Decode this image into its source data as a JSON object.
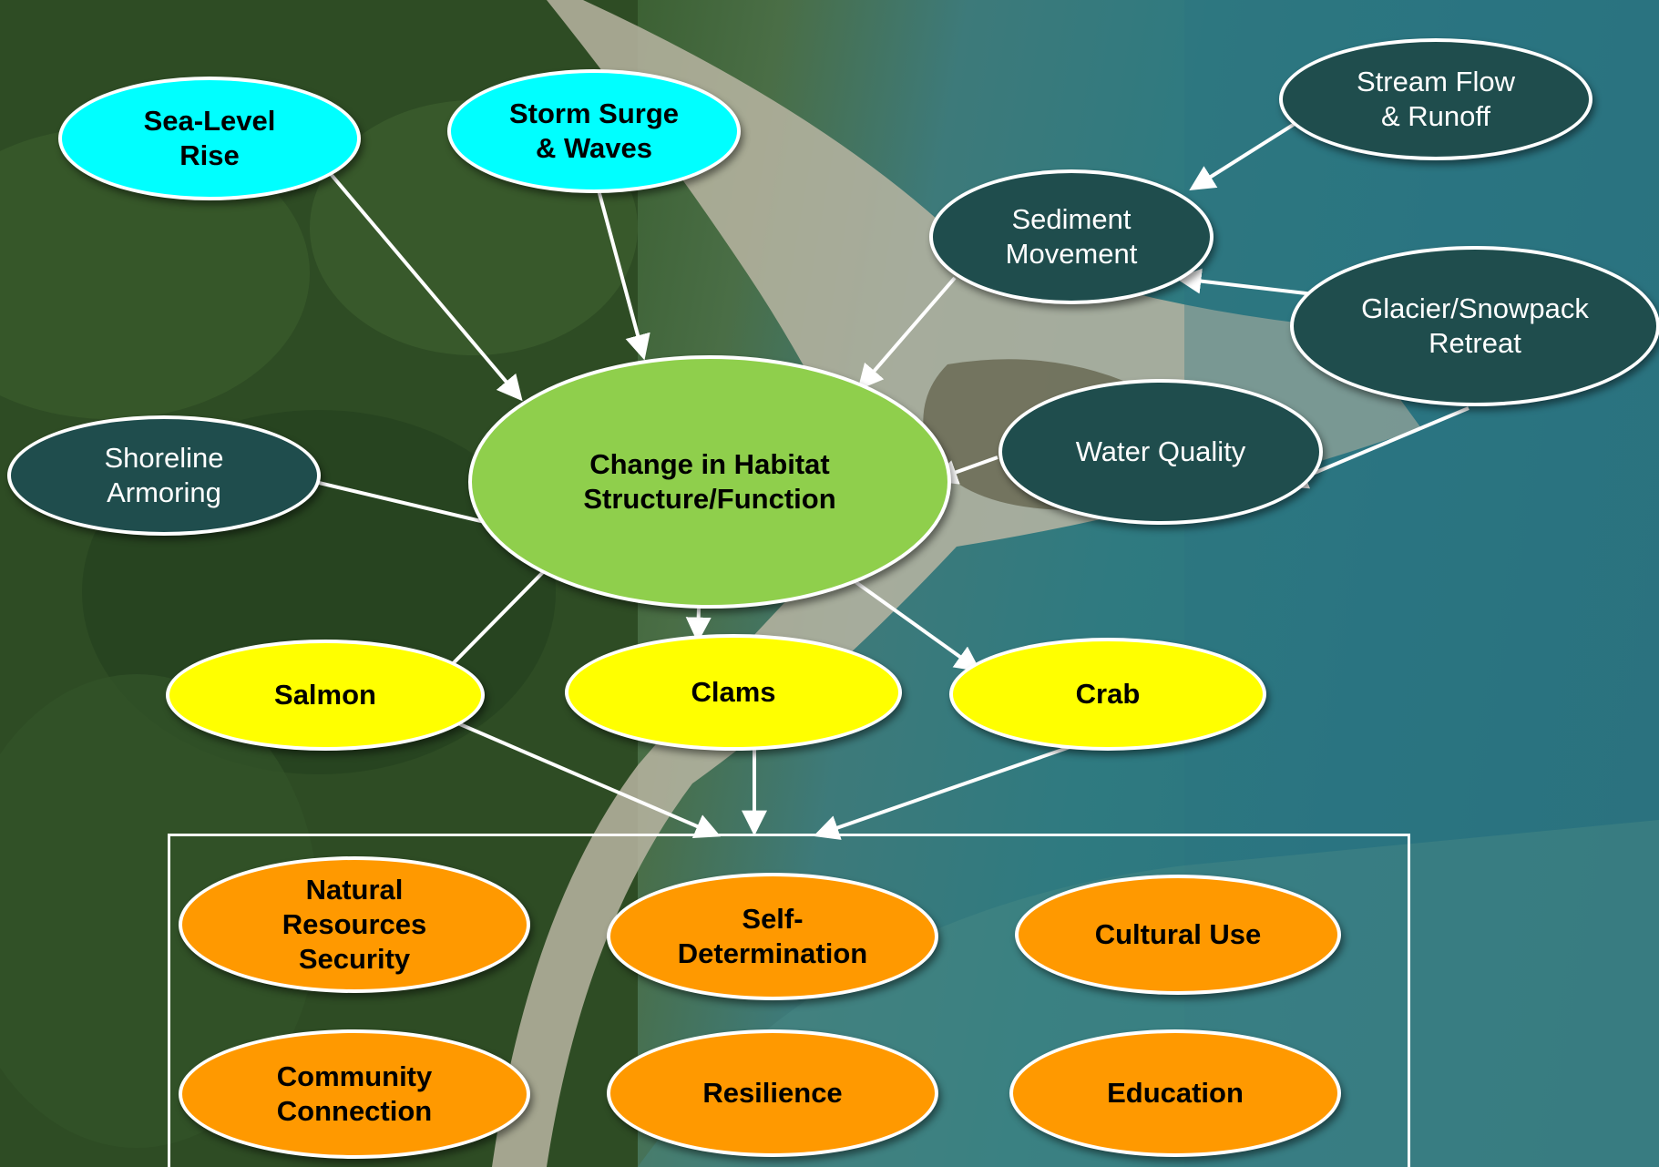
{
  "nodes": {
    "sea_level_rise": "Sea-Level\nRise",
    "storm_surge": "Storm Surge\n& Waves",
    "stream_flow": "Stream Flow\n& Runoff",
    "sediment_movement": "Sediment\nMovement",
    "glacier_snowpack": "Glacier/Snowpack\nRetreat",
    "water_quality": "Water Quality",
    "shoreline_armoring": "Shoreline\nArmoring",
    "habitat_change": "Change in Habitat\nStructure/Function",
    "salmon": "Salmon",
    "clams": "Clams",
    "crab": "Crab",
    "natural_resources_security": "Natural\nResources\nSecurity",
    "self_determination": "Self-\nDetermination",
    "cultural_use": "Cultural Use",
    "community_connection": "Community\nConnection",
    "resilience": "Resilience",
    "education": "Education"
  },
  "colors": {
    "drivers_primary": "#00ffff",
    "drivers_secondary": "#1f4d4d",
    "habitat": "#8fcf4c",
    "species": "#ffff00",
    "values": "#ff9900",
    "arrows": "#ffffff"
  }
}
